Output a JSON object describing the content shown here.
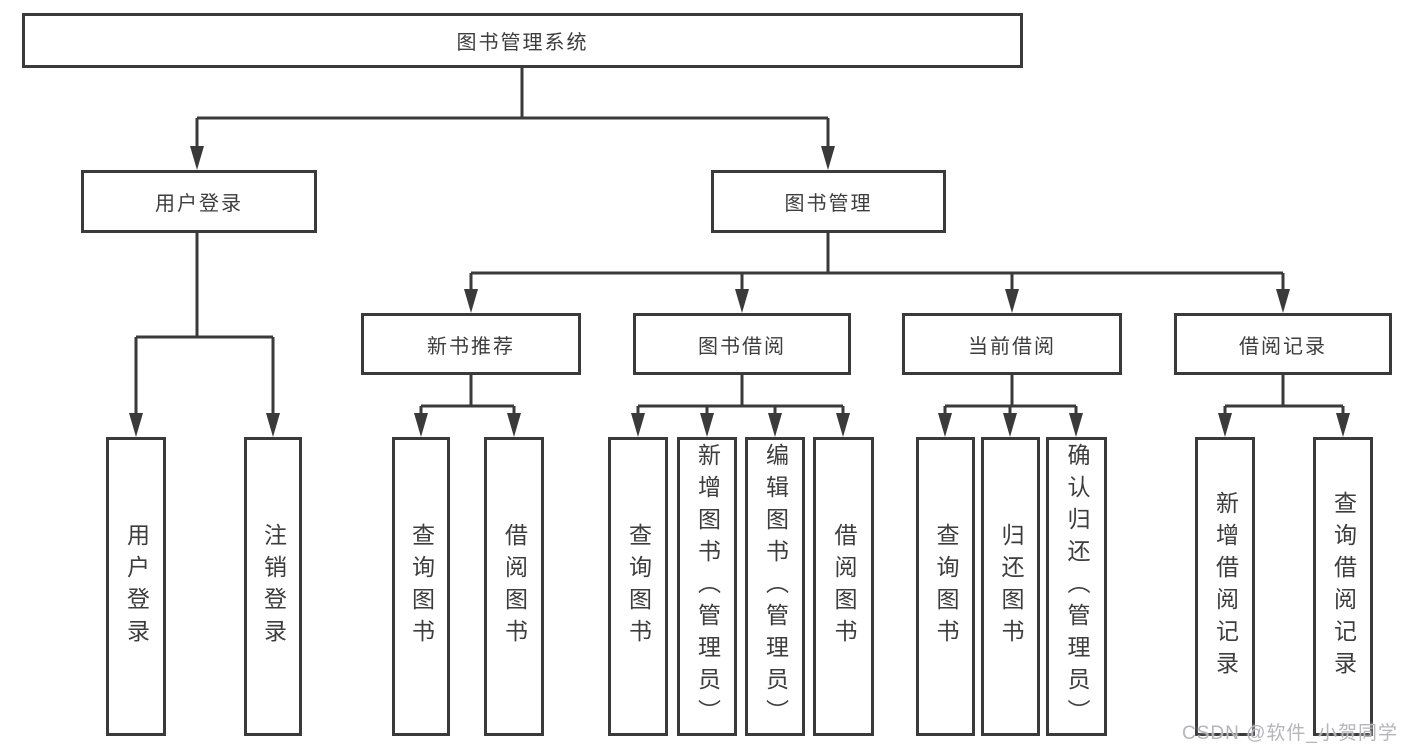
{
  "diagram": {
    "root": {
      "label": "图书管理系统"
    },
    "branches": [
      {
        "label": "用户登录",
        "children": [
          {
            "label": "用户登录"
          },
          {
            "label": "注销登录"
          }
        ]
      },
      {
        "label": "图书管理",
        "children": [
          {
            "label": "新书推荐",
            "children": [
              {
                "label": "查询图书"
              },
              {
                "label": "借阅图书"
              }
            ]
          },
          {
            "label": "图书借阅",
            "children": [
              {
                "label": "查询图书"
              },
              {
                "label": "新增图书（管理员）"
              },
              {
                "label": "编辑图书（管理员）"
              },
              {
                "label": "借阅图书"
              }
            ]
          },
          {
            "label": "当前借阅",
            "children": [
              {
                "label": "查询图书"
              },
              {
                "label": "归还图书"
              },
              {
                "label": "确认归还（管理员）"
              }
            ]
          },
          {
            "label": "借阅记录",
            "children": [
              {
                "label": "新增借阅记录"
              },
              {
                "label": "查询借阅记录"
              }
            ]
          }
        ]
      }
    ]
  },
  "watermark": {
    "text": "CSDN @软件_小贺同学"
  },
  "colors": {
    "line": "#3a3a3a",
    "text": "#3d3d3d",
    "background": "#ffffff",
    "watermark": "#b5b5ba"
  }
}
